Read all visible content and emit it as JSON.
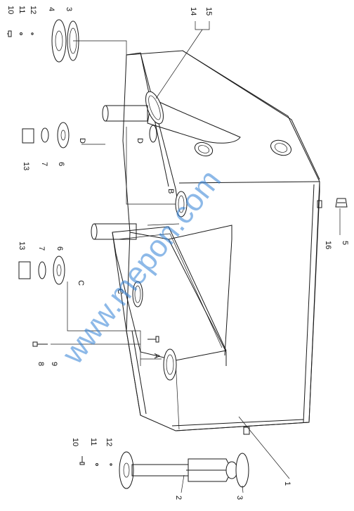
{
  "callouts": {
    "c1": "1",
    "c2": "2",
    "c3a": "3",
    "c3b": "3",
    "c4": "4",
    "c5": "5",
    "c6a": "6",
    "c6b": "6",
    "c7a": "7",
    "c7b": "7",
    "c8": "8",
    "c9": "9",
    "c10a": "10",
    "c10b": "10",
    "c11a": "11",
    "c11b": "11",
    "c12a": "12",
    "c12b": "12",
    "c13a": "13",
    "c13b": "13",
    "c14": "14",
    "c15": "15",
    "c16": "16"
  },
  "port_letters": {
    "a": "A",
    "b": "B",
    "c_top": "C",
    "c_side": "C",
    "d_top": "D",
    "d_side": "D"
  },
  "watermark": "www.mepon.com"
}
